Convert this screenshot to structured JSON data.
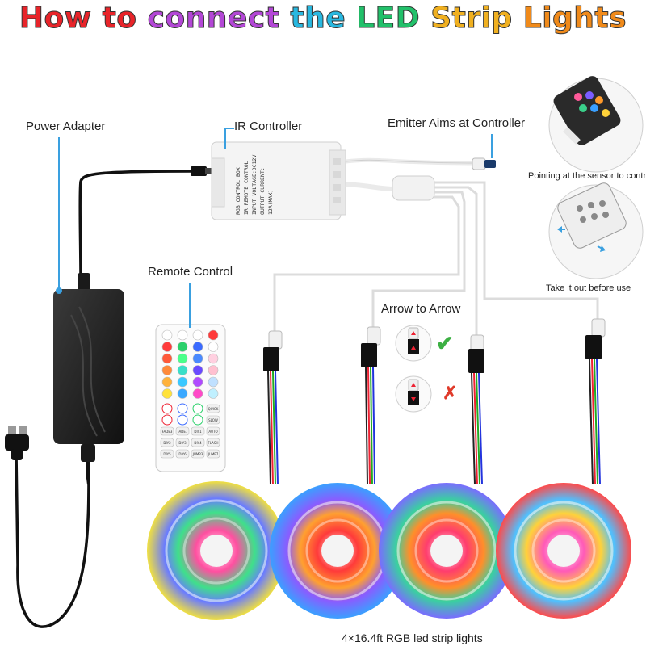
{
  "title": {
    "words": [
      "How",
      "to",
      "connect",
      "the",
      "LED",
      "Strip",
      "Lights"
    ],
    "colors": [
      "#e8242a",
      "#e8242a",
      "#b347d6",
      "#28b8e0",
      "#22c06a",
      "#f0b020",
      "#f08a1a"
    ]
  },
  "labels": {
    "power_adapter": "Power Adapter",
    "ir_controller": "IR Controller",
    "emitter": "Emitter Aims at Controller",
    "remote_control": "Remote Control",
    "arrow_to_arrow": "Arrow to Arrow",
    "pointing": "Pointing at the sensor to control",
    "take_out": "Take it out before use",
    "strips": "4×16.4ft RGB led strip lights"
  },
  "controller_text": [
    "RGB CONTROL BOX",
    "IR REMOTE CONTROL",
    "INPUT VOLTAGE:DC12V",
    "OUTPUT CURRENT: 12A(MAX)"
  ],
  "remote_buttons": [
    "QUICK",
    "SLOW",
    "AUTO",
    "FLASH",
    "FADE3",
    "FADE7",
    "DIY1",
    "DIY2",
    "DIY3",
    "DIY4",
    "DIY5",
    "DIY6",
    "JUMP3",
    "JUMP7"
  ],
  "marks": {
    "correct": "✔",
    "wrong": "✗"
  },
  "colors": {
    "leader": "#3aa0e0",
    "check": "#3cb043",
    "cross": "#e03a2a"
  }
}
